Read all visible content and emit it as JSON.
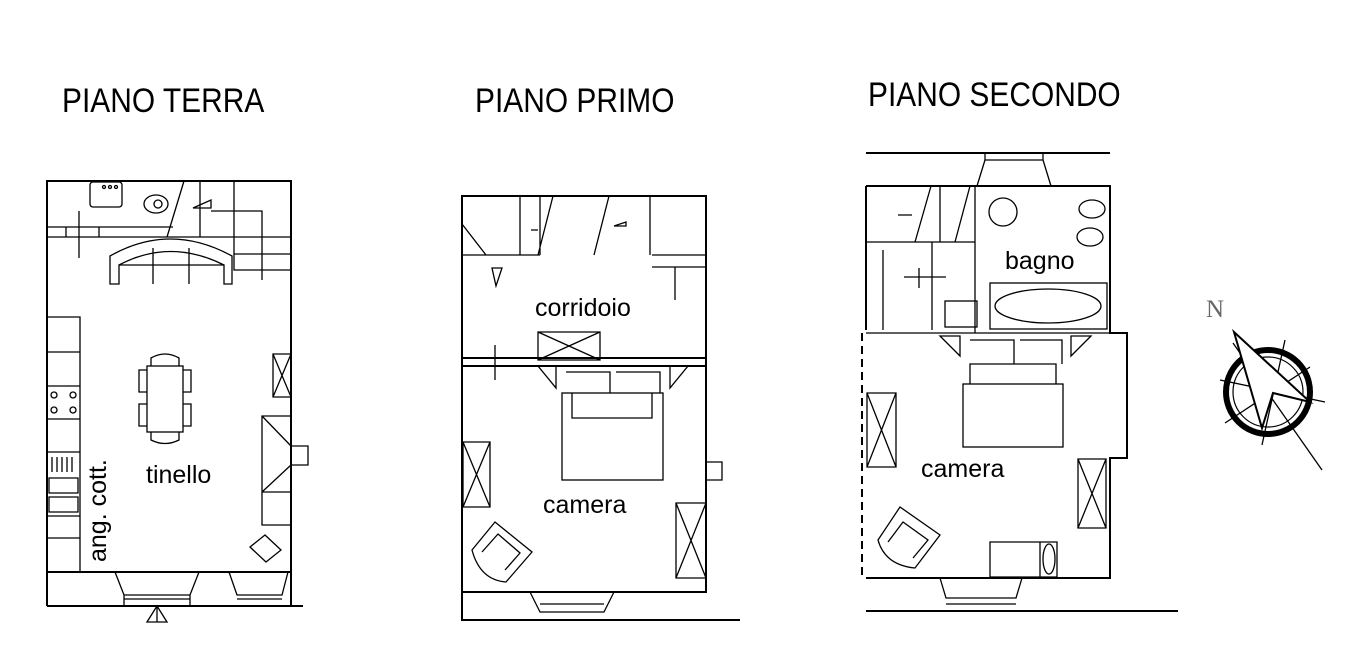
{
  "floors": [
    {
      "title": "PIANO TERRA",
      "rooms": [
        "tinello",
        "ang. cott."
      ]
    },
    {
      "title": "PIANO PRIMO",
      "rooms": [
        "corridoio",
        "camera"
      ]
    },
    {
      "title": "PIANO SECONDO",
      "rooms": [
        "bagno",
        "camera"
      ]
    }
  ],
  "compass": {
    "label": "N"
  },
  "colors": {
    "ink": "#000000",
    "background": "#ffffff"
  }
}
